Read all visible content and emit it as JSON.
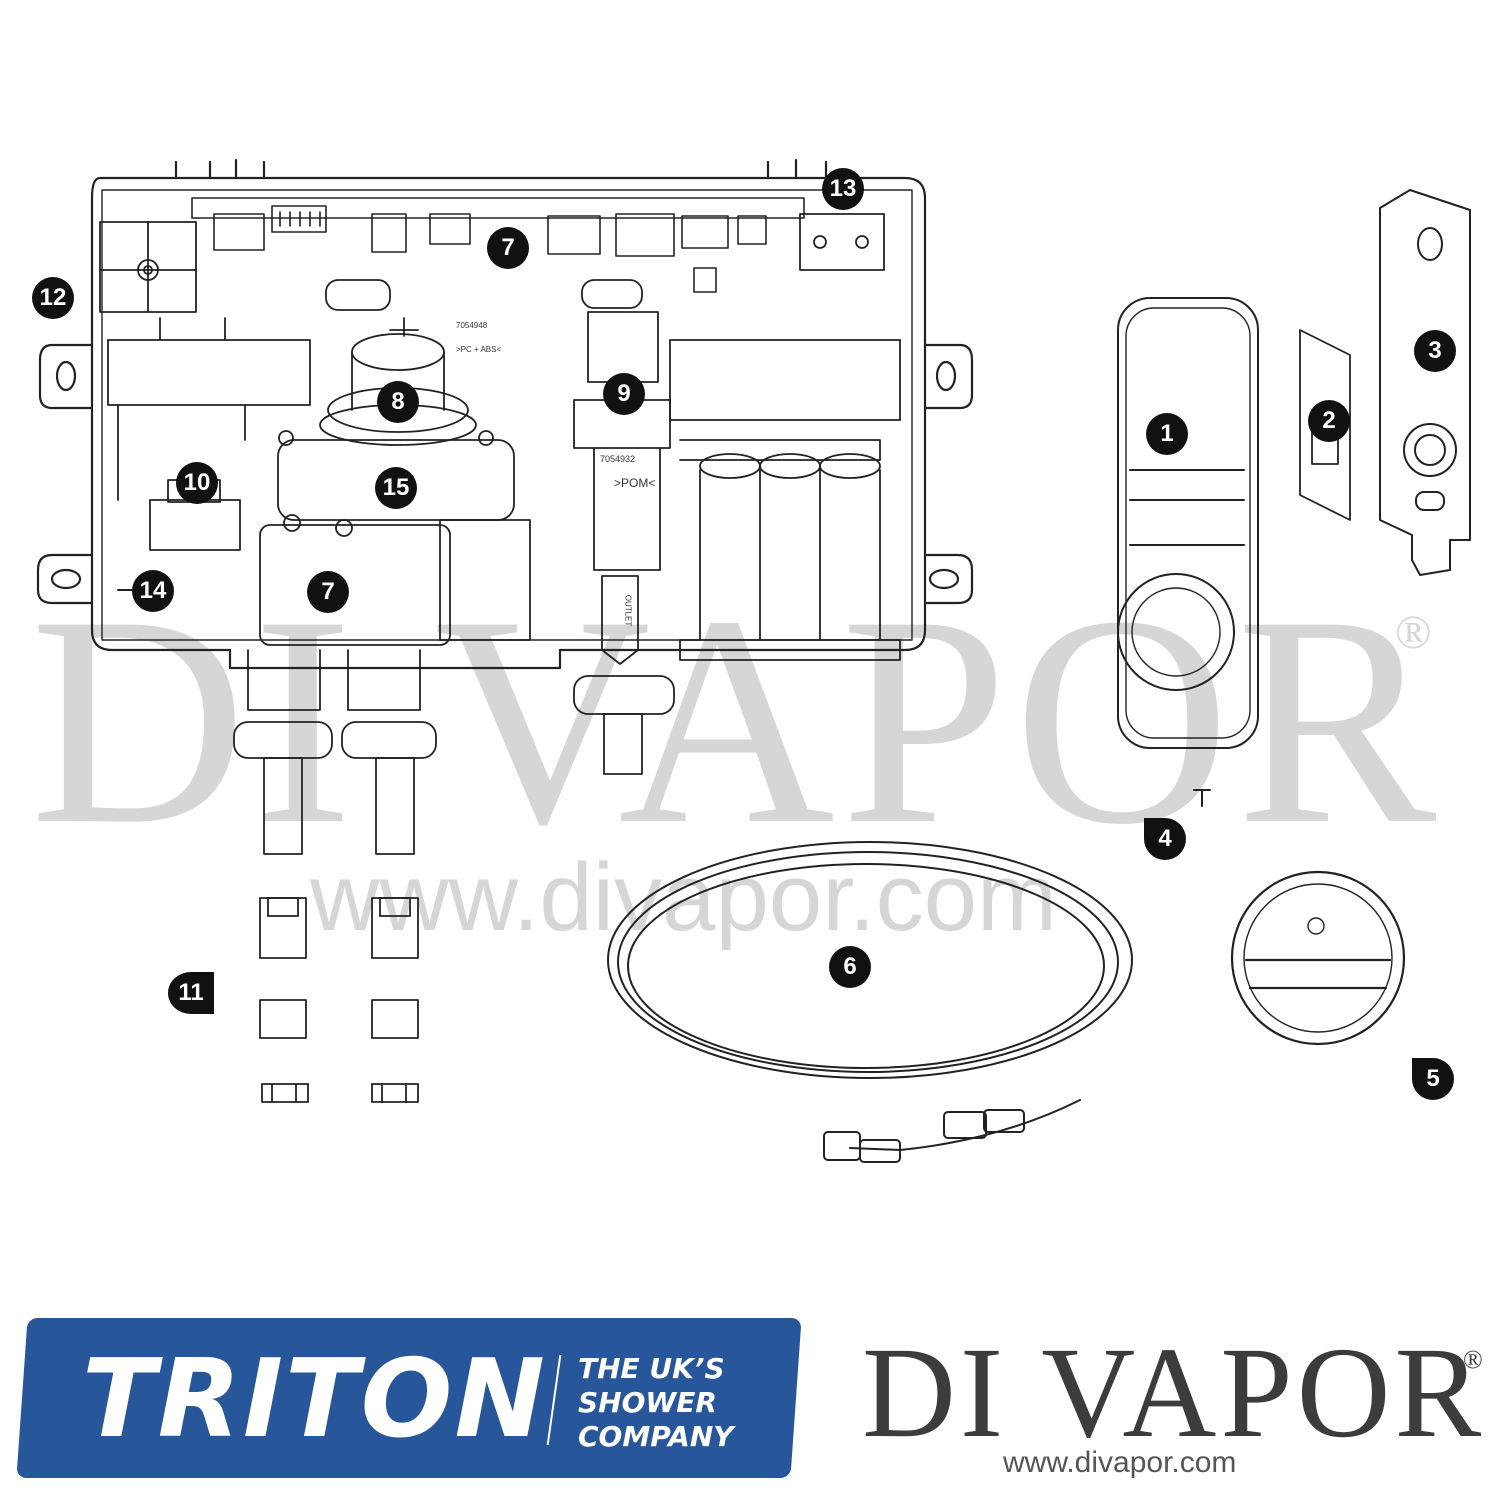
{
  "watermark": {
    "brand": "DI VAPOR",
    "registered": "®",
    "url": "www.divapor.com"
  },
  "callouts": [
    "1",
    "2",
    "3",
    "4",
    "5",
    "6",
    "7",
    "8",
    "9",
    "10",
    "11",
    "12",
    "13",
    "14",
    "15"
  ],
  "callouts_second": {
    "seven": "7"
  },
  "part_markings": {
    "valve_code": "7054932",
    "material": ">POM<",
    "outlet": "OUTLET",
    "top_code": "7054948",
    "top_material": ">PC + ABS<"
  },
  "footer": {
    "triton_name": "TRITON",
    "triton_tagline": [
      "THE UK’S",
      "SHOWER",
      "COMPANY"
    ],
    "divapor_logo": "DI VAPOR",
    "divapor_registered": "®",
    "divapor_url": "www.divapor.com"
  },
  "colors": {
    "triton_blue": "#27569b",
    "callout": "#111111",
    "watermark": "#d6d6d6",
    "line": "#222222"
  }
}
